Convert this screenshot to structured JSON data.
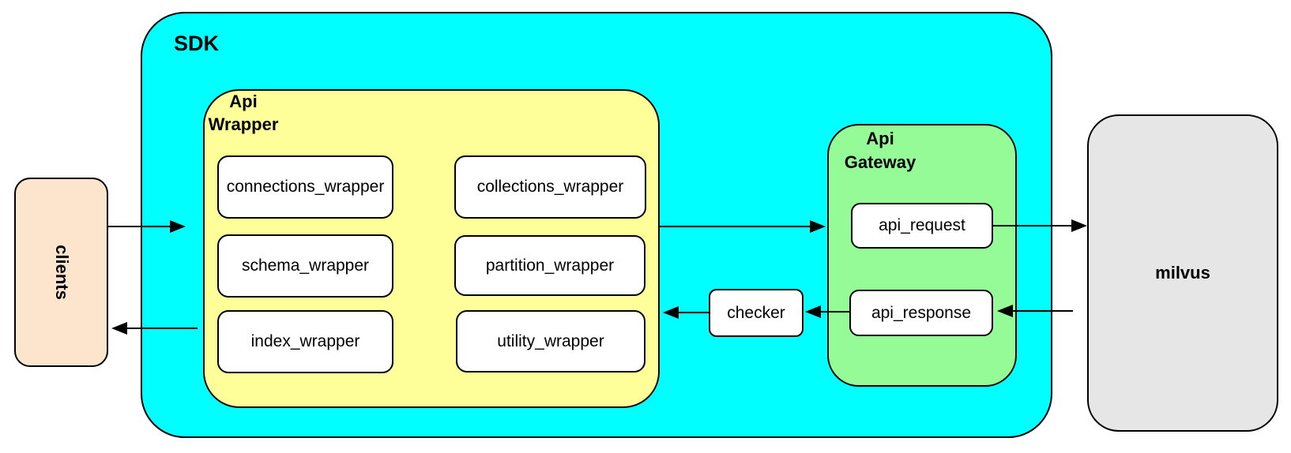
{
  "nodes": {
    "clients": "clients",
    "sdk": "SDK",
    "api_wrapper_line1": "Api",
    "api_wrapper_line2": "Wrapper",
    "wrappers": [
      "connections_wrapper",
      "collections_wrapper",
      "schema_wrapper",
      "partition_wrapper",
      "index_wrapper",
      "utility_wrapper"
    ],
    "api_gateway_line1": "Api",
    "api_gateway_line2": "Gateway",
    "api_request": "api_request",
    "api_response": "api_response",
    "checker": "checker",
    "milvus": "milvus"
  },
  "colors": {
    "sdk_fill": "#00FFFF",
    "api_wrapper_fill": "#FFFF99",
    "api_gateway_fill": "#94FB96",
    "clients_fill": "#FCE5CC",
    "milvus_fill": "#E6E6E6",
    "box_fill": "#FFFFFF",
    "border": "#000000"
  }
}
